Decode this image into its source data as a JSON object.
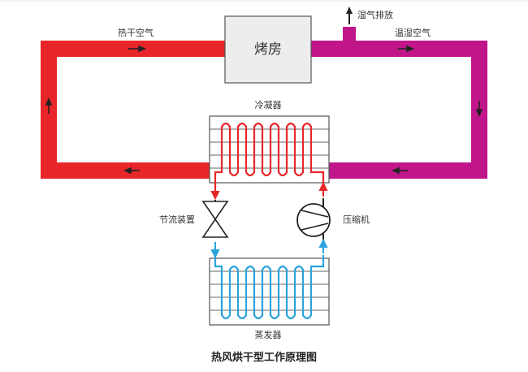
{
  "diagram": {
    "chamber_label": "烤房",
    "exhaust_label": "湿气排放",
    "hot_dry_air_label": "热干空气",
    "warm_humid_air_label": "温湿空气",
    "condenser_label": "冷凝器",
    "expansion_valve_label": "节流装置",
    "compressor_label": "压缩机",
    "evaporator_label": "蒸发器",
    "caption": "热风烘干型工作原理图"
  },
  "colors": {
    "hot_duct": "#e8262a",
    "humid_duct": "#c0168a",
    "cold_coil": "#2aa3dc",
    "hot_coil": "#e8262a",
    "frame": "#555555",
    "chamber_fill": "#ededed"
  }
}
